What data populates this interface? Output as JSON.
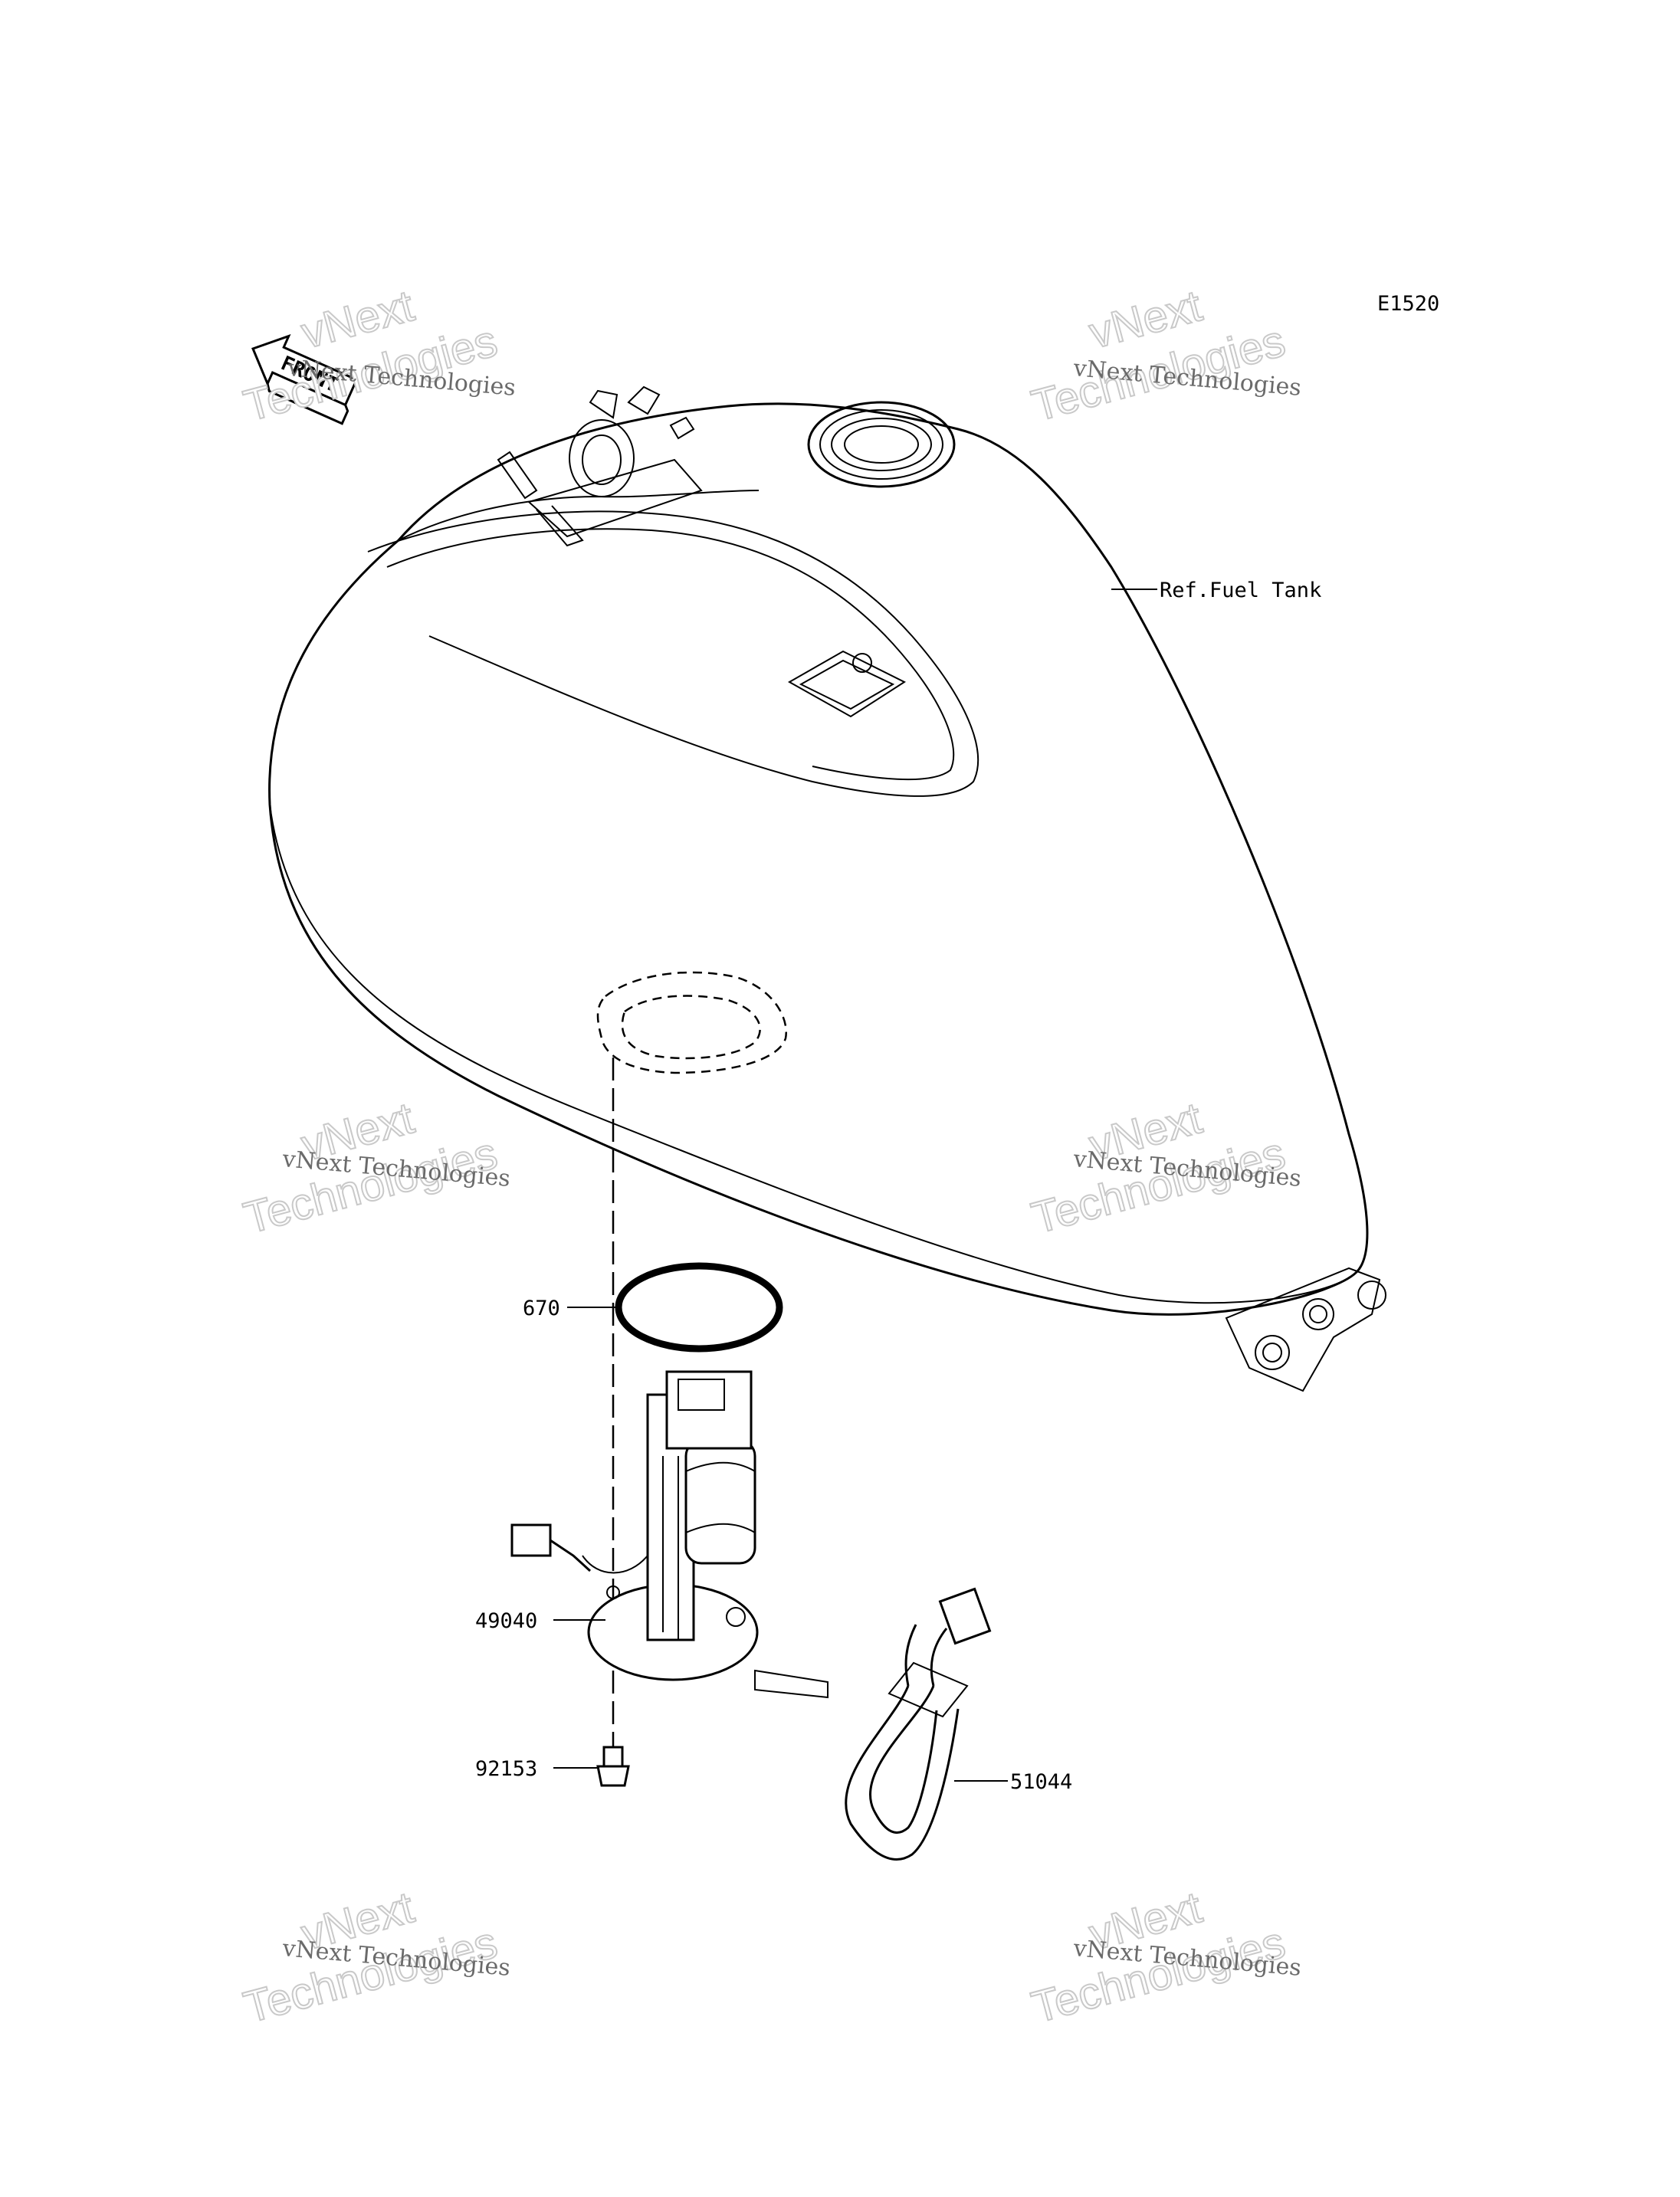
{
  "diagram": {
    "code": "E1520",
    "direction_label": "FRONT",
    "reference_label": "Ref.Fuel Tank",
    "parts": [
      {
        "number": "670"
      },
      {
        "number": "49040"
      },
      {
        "number": "92153"
      },
      {
        "number": "51044"
      }
    ]
  },
  "watermark": {
    "line1": "vNext Technologies",
    "line2a": "vNext",
    "line2b": "Technologies"
  }
}
